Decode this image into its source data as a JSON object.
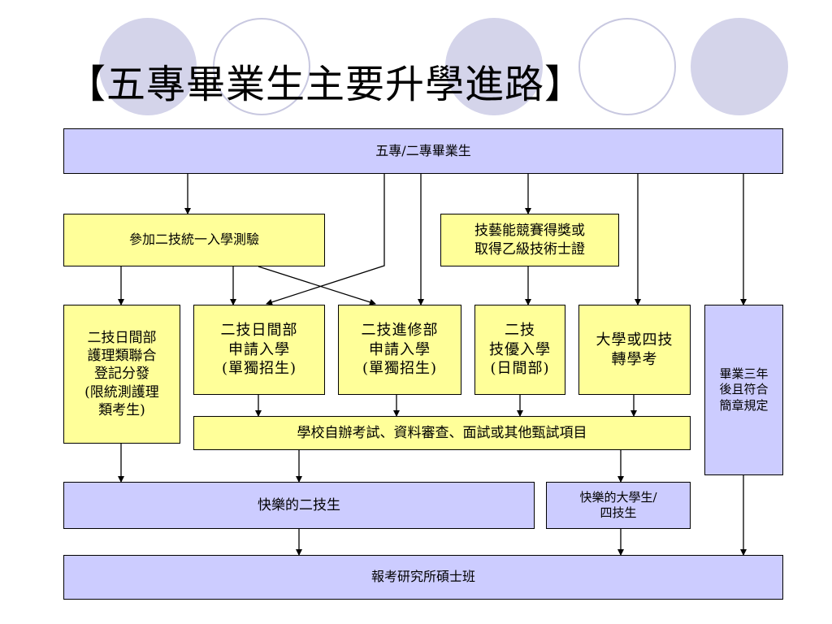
{
  "title": "【五專畢業生主要升學進路】",
  "colors": {
    "box_blue": "#ccccff",
    "box_yellow": "#ffff99",
    "decor_circle": "#d4d4ea",
    "connector": "#000000"
  },
  "nodes": {
    "graduates": "五專/二專畢業生",
    "unified_exam": "參加二技統一入學測驗",
    "skills_competition": [
      "技藝能競賽得獎或",
      "取得乙級技術士證"
    ],
    "nursing_day": [
      "二技日間部",
      "護理類聯合",
      "登記分發",
      "(限統測護理",
      "類考生)"
    ],
    "day_apply": [
      "二技日間部",
      "申請入學",
      "(單獨招生)"
    ],
    "continuing_apply": [
      "二技進修部",
      "申請入學",
      "(單獨招生)"
    ],
    "talent_admission": [
      "二技",
      "技優入學",
      "(日間部)"
    ],
    "transfer_exam": [
      "大學或四技",
      "轉學考"
    ],
    "three_years": [
      "畢業三年",
      "後且符合",
      "簡章規定"
    ],
    "school_exam": "學校自辦考試、資料審查、面試或其他甄試項目",
    "happy_2tech": "快樂的二技生",
    "happy_univ": [
      "快樂的大學生/",
      "四技生"
    ],
    "graduate_school": "報考研究所碩士班"
  }
}
